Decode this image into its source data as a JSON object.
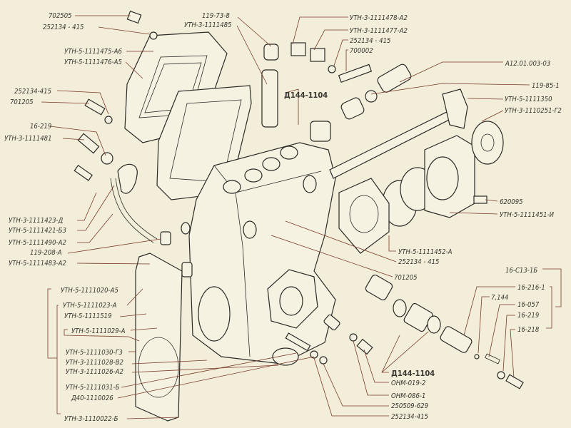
{
  "labels": {
    "l702505": "702505",
    "l252134_top": "252134 - 415",
    "l1111475": "УТН-5-1111475-А6",
    "l1111476": "УТН-5-1111476-А5",
    "l252134_left": "252134-415",
    "l701205_left": "701205",
    "l16_219_left": "16-219",
    "l1111481": "УТН-3-1111481",
    "l1111423": "УТН-3-1111423-Д",
    "l1111421": "УТН-5-1111421-Б3",
    "l1111490": "УТН-5-1111490-А2",
    "l119_208": "119-208-А",
    "l1111483": "УТН-5-1111483-А2",
    "l1111020": "УТН-5-1111020-А5",
    "l1111023": "УТН-5-1111023-А",
    "l1111519": "УТН-5-1111519",
    "l1111029": "УТН-5-1111029-А",
    "l1111030": "УТН-5-1111030-Г3",
    "l1111028": "УТН-3-1111028-В2",
    "l1111026": "УТН-3-1111026-А2",
    "l1111031": "УТН-5-1111031-Б",
    "lD40": "Д40-1110026",
    "l1110022": "УТН-3-1110022-Б",
    "l119_73": "119-73-8",
    "l1111485": "УТН-3-1111485",
    "l1111478": "УТН-3-1111478-А2",
    "l1111477": "УТН-3-1111477-А2",
    "l252134_tr": "252134 - 415",
    "l700002": "700002",
    "lA12": "А12.01.003-03",
    "lD144_top": "Д144-1104",
    "l119_85": "119-85-1",
    "l1111350": "УТН-5-1111350",
    "l1110251": "УТН-3-1110251-Г2",
    "l620095": "620095",
    "l1111451": "УТН-5-1111451-И",
    "l1111452": "УТН-5-1111452-А",
    "l252134_mid": "252134 - 415",
    "l701205_mid": "701205",
    "l16_C13": "16-С13-1Б",
    "l16_216": "16-216-1",
    "l7_144": "7,144",
    "l16_057": "16-057",
    "l16_219_r": "16-219",
    "l16_218": "16-218",
    "lD144_bot": "Д144-1104",
    "lOHM019": "ОНМ-019-2",
    "lOHM086": "ОНМ-086-1",
    "l250509": "250509-629",
    "l252134_bot": "252134-415"
  }
}
